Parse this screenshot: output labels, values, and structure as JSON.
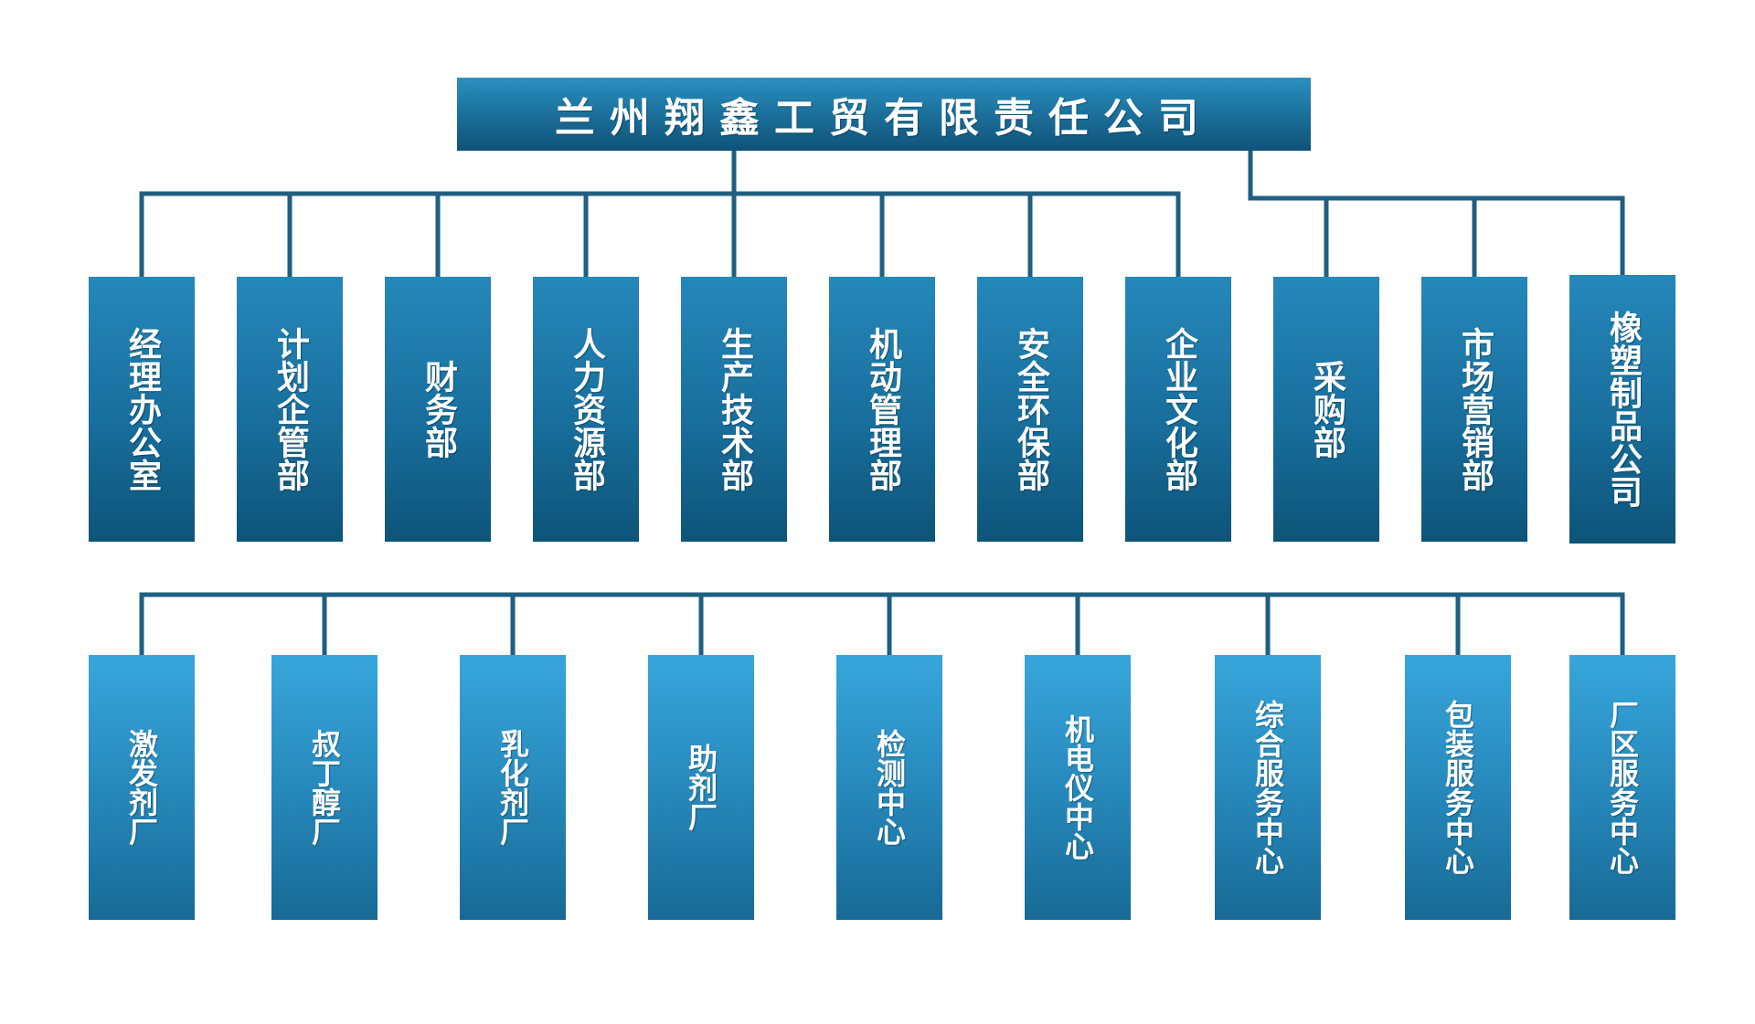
{
  "root": {
    "label": "兰州翔鑫工贸有限责任公司"
  },
  "departments": [
    {
      "label": "经理办公室"
    },
    {
      "label": "计划企管部"
    },
    {
      "label": "财务部"
    },
    {
      "label": "人力资源部"
    },
    {
      "label": "生产技术部"
    },
    {
      "label": "机动管理部"
    },
    {
      "label": "安全环保部"
    },
    {
      "label": "企业文化部"
    },
    {
      "label": "采购部"
    },
    {
      "label": "市场营销部"
    },
    {
      "label": "橡塑制品公司"
    }
  ],
  "units": [
    {
      "label": "激发剂厂"
    },
    {
      "label": "叔丁醇厂"
    },
    {
      "label": "乳化剂厂"
    },
    {
      "label": "助剂厂"
    },
    {
      "label": "检测中心"
    },
    {
      "label": "机电仪中心"
    },
    {
      "label": "综合服务中心"
    },
    {
      "label": "包装服务中心"
    },
    {
      "label": "厂区服务中心"
    }
  ],
  "colors": {
    "line": "#1f5f80",
    "root": "#1a6d98",
    "department": "#186e9c",
    "unit": "#2586b8"
  }
}
